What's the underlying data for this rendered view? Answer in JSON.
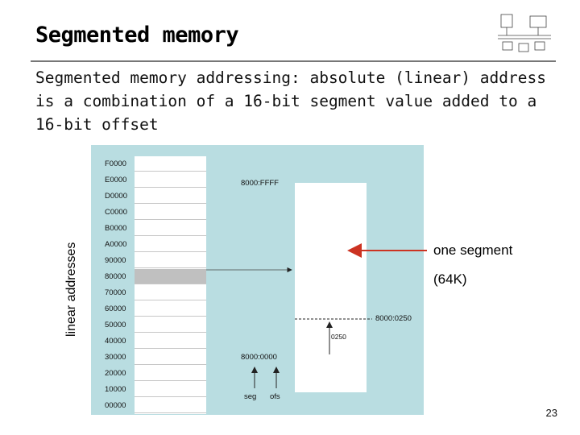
{
  "title": "Segmented memory",
  "subtitle": "Segmented memory addressing: absolute (linear) address is a combination of a 16-bit segment value added to a 16-bit offset",
  "y_axis_label": "linear addresses",
  "address_labels": [
    "F0000",
    "E0000",
    "D0000",
    "C0000",
    "B0000",
    "A0000",
    "90000",
    "80000",
    "70000",
    "60000",
    "50000",
    "40000",
    "30000",
    "20000",
    "10000",
    "00000"
  ],
  "highlighted_row": "80000",
  "segment": {
    "top_label": "8000:FFFF",
    "bottom_label": "8000:0000",
    "pointer_label": "8000:0250",
    "offset_label": "0250",
    "seg_label": "seg",
    "ofs_label": "ofs"
  },
  "annotation": {
    "line1": "one segment",
    "line2": "(64K)"
  },
  "page_number": "23",
  "colors": {
    "diagram_bg": "#b9dde1",
    "arrow": "#cc3322",
    "highlight": "#c0c0c0"
  }
}
